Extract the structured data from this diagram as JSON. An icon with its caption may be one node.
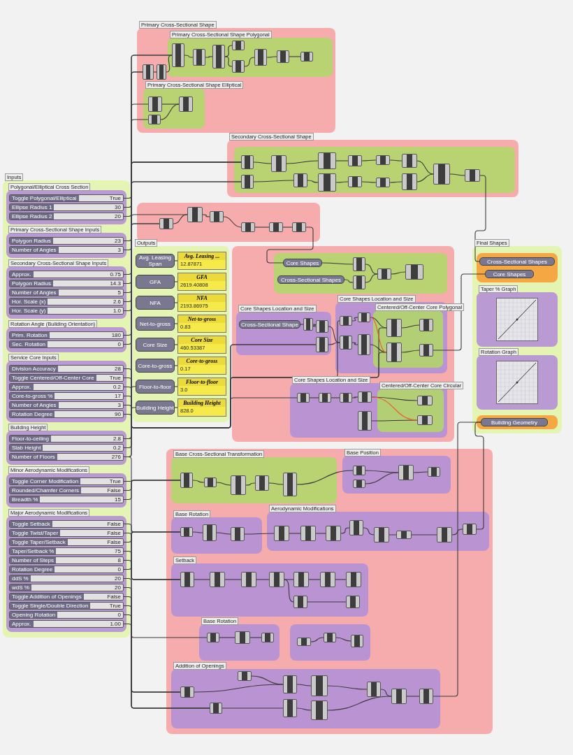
{
  "diagram": {
    "nodes": [
      {
        "text": [
          "Inputs"
        ]
      },
      {
        "text": [
          "Polygonal/Elliptical Cross Section"
        ],
        "in": 0
      },
      {
        "text": [
          "Toggle Polygonal/Elliptical",
          "True"
        ],
        "in": 1
      },
      {
        "text": [
          "Ellipse Radius 1",
          "30"
        ],
        "in": 1
      },
      {
        "text": [
          "Ellipse Radius 2",
          "20"
        ],
        "in": 1
      },
      {
        "text": [
          "Primary Cross-Sectional Shape Inputs"
        ],
        "in": 0
      },
      {
        "text": [
          "Polygon Radius",
          "23"
        ],
        "in": 5
      },
      {
        "text": [
          "Number of Angles",
          "3"
        ],
        "in": 5
      },
      {
        "text": [
          "Secondary Cross-Sectional Shape Inputs"
        ],
        "in": 0
      },
      {
        "text": [
          "Approx.",
          "0.75"
        ],
        "in": 8
      },
      {
        "text": [
          "Polygon Radius",
          "14.3"
        ],
        "in": 8
      },
      {
        "text": [
          "Number of Angles",
          "5"
        ],
        "in": 8
      },
      {
        "text": [
          "Hor. Scale (x)",
          "2.6"
        ],
        "in": 8
      },
      {
        "text": [
          "Hor. Scale (y)",
          "1.0"
        ],
        "in": 8
      },
      {
        "text": [
          "Rotation Angle (Building Orientation)"
        ],
        "in": 0
      },
      {
        "text": [
          "Prim. Rotation",
          "180"
        ],
        "in": 14
      },
      {
        "text": [
          "Sec. Rotation",
          "0"
        ],
        "in": 14
      },
      {
        "text": [
          "Service Core Inputs"
        ],
        "in": 0
      },
      {
        "text": [
          "Division Accuracy",
          "28"
        ],
        "in": 17
      },
      {
        "text": [
          "Toggle Centered/Off-Center Core",
          "True"
        ],
        "in": 17
      },
      {
        "text": [
          "Approx.",
          "0.2"
        ],
        "in": 17
      },
      {
        "text": [
          "Core-to-gross %",
          "17"
        ],
        "in": 17
      },
      {
        "text": [
          "Number of Angles",
          "3"
        ],
        "in": 17
      },
      {
        "text": [
          "Rotation Degree",
          "90"
        ],
        "in": 17
      },
      {
        "text": [
          "Building Height"
        ],
        "in": 0
      },
      {
        "text": [
          "Floor-to-ceiling",
          "2.8"
        ],
        "in": 24
      },
      {
        "text": [
          "Slab Height",
          "0.2"
        ],
        "in": 24
      },
      {
        "text": [
          "Number of Floors",
          "276"
        ],
        "in": 24
      },
      {
        "text": [
          "Minor Aerodynamic Modifications"
        ],
        "in": 0
      },
      {
        "text": [
          "Toggle Corner Modification",
          "True"
        ],
        "in": 28
      },
      {
        "text": [
          "Rounded/Chamfer Corners",
          "False"
        ],
        "in": 28
      },
      {
        "text": [
          "Breadth %",
          "15"
        ],
        "in": 28
      },
      {
        "text": [
          "Major Aerodynamic Modifications"
        ],
        "in": 0
      },
      {
        "text": [
          "Toggle Setback",
          "False"
        ],
        "in": 32
      },
      {
        "text": [
          "Toggle Twist/Taper",
          "False"
        ],
        "in": 32
      },
      {
        "text": [
          "Toggle Taper/Setback",
          "False"
        ],
        "in": 32
      },
      {
        "text": [
          "Taper/Setback %",
          "75"
        ],
        "in": 32
      },
      {
        "text": [
          "Number of Steps",
          "8"
        ],
        "in": 32
      },
      {
        "text": [
          "Rotation Degree",
          "0"
        ],
        "in": 32
      },
      {
        "text": [
          "ddS %",
          "20"
        ],
        "in": 32
      },
      {
        "text": [
          "wdS %",
          "20"
        ],
        "in": 32
      },
      {
        "text": [
          "Toggle Addition of Openings",
          "False"
        ],
        "in": 32
      },
      {
        "text": [
          "Toggle Single/Double Direction",
          "True"
        ],
        "in": 32
      },
      {
        "text": [
          "Opening Rotation",
          "0"
        ],
        "in": 32
      },
      {
        "text": [
          "Approx.",
          "1.00"
        ],
        "in": 32
      },
      {
        "text": [
          "Outputs"
        ]
      },
      {
        "text": [
          "Avg. Leasing Span"
        ],
        "in": 45
      },
      {
        "text": [
          "GFA"
        ],
        "in": 45
      },
      {
        "text": [
          "NFA"
        ],
        "in": 45
      },
      {
        "text": [
          "Net-to-gross"
        ],
        "in": 45
      },
      {
        "text": [
          "Core Size"
        ],
        "in": 45
      },
      {
        "text": [
          "Core-to-gross"
        ],
        "in": 45
      },
      {
        "text": [
          "Floor-to-floor"
        ],
        "in": 45
      },
      {
        "text": [
          "Building Height"
        ],
        "in": 45
      },
      {
        "text": [
          "Avg. Leasing ...",
          "12.87871"
        ],
        "in": 45
      },
      {
        "text": [
          "GFA",
          "2619.40808"
        ],
        "in": 45
      },
      {
        "text": [
          "NFA",
          "2193.86975"
        ],
        "in": 45
      },
      {
        "text": [
          "Net-to-gross",
          "0.83"
        ],
        "in": 45
      },
      {
        "text": [
          "Core Size",
          "460.53387"
        ],
        "in": 45
      },
      {
        "text": [
          "Core-to-gross",
          "0.17"
        ],
        "in": 45
      },
      {
        "text": [
          "Floor-to-floor",
          "3.0"
        ],
        "in": 45
      },
      {
        "text": [
          "Building Height",
          "828.0"
        ],
        "in": 45
      },
      {
        "text": [
          "Final Shapes"
        ]
      },
      {
        "text": [],
        "shape": "box",
        "in": 62
      },
      {
        "text": [
          "Cross-Sectional Shapes"
        ],
        "in": 63
      },
      {
        "text": [
          "Core Shapes"
        ],
        "in": 63
      },
      {
        "text": [
          "Taper % Graph"
        ],
        "in": 62
      },
      {
        "text": [],
        "shape": "picture",
        "in": 66
      },
      {
        "text": [
          "Rotation Graph"
        ],
        "in": 62
      },
      {
        "text": [],
        "shape": "picture",
        "in": 68
      },
      {
        "text": [],
        "shape": "box",
        "in": 62
      },
      {
        "text": [
          "Building Geometry"
        ],
        "in": 70
      },
      {
        "text": [
          "Primary Cross-Sectional Shape"
        ]
      },
      {
        "text": [
          "Primary Cross-Sectional Shape Polygonal"
        ],
        "in": 72
      },
      {
        "text": [
          "Primary Cross-Sectional Shape Elliptical"
        ],
        "in": 72
      },
      {
        "text": [],
        "shape": "box",
        "in": 72
      },
      {
        "text": [],
        "shape": "box",
        "in": 72
      },
      {
        "text": [],
        "shape": "box",
        "in": 73
      },
      {
        "text": [],
        "shape": "box",
        "in": 73
      },
      {
        "text": [],
        "shape": "box",
        "in": 73
      },
      {
        "text": [],
        "shape": "box",
        "in": 73
      },
      {
        "text": [],
        "shape": "box",
        "in": 73
      },
      {
        "text": [],
        "shape": "box",
        "in": 73
      },
      {
        "text": [],
        "shape": "box",
        "in": 73
      },
      {
        "text": [],
        "shape": "box",
        "in": 73
      },
      {
        "text": [],
        "shape": "box",
        "in": 74
      },
      {
        "text": [],
        "shape": "box",
        "in": 74
      },
      {
        "text": [],
        "shape": "box",
        "in": 74
      },
      {
        "text": [
          "Secondary Cross-Sectional Shape"
        ]
      },
      {
        "text": [],
        "shape": "box",
        "in": 88
      },
      {
        "text": [],
        "shape": "box",
        "in": 89
      },
      {
        "text": [],
        "shape": "box",
        "in": 89
      },
      {
        "text": [],
        "shape": "box",
        "in": 89
      },
      {
        "text": [],
        "shape": "box",
        "in": 89
      },
      {
        "text": [],
        "shape": "box",
        "in": 89
      },
      {
        "text": [],
        "shape": "box",
        "in": 89
      },
      {
        "text": [],
        "shape": "box",
        "in": 89
      },
      {
        "text": [],
        "shape": "box",
        "in": 89
      },
      {
        "text": [],
        "shape": "box",
        "in": 89
      },
      {
        "text": [],
        "shape": "box",
        "in": 89
      },
      {
        "text": [],
        "shape": "box",
        "in": 89
      },
      {
        "text": [],
        "shape": "box",
        "in": 89
      },
      {
        "text": [],
        "shape": "box",
        "in": 89
      },
      {
        "text": [],
        "shape": "box",
        "in": 89
      },
      {
        "text": [],
        "shape": "box"
      },
      {
        "text": [],
        "shape": "box",
        "in": 104
      },
      {
        "text": [],
        "shape": "box",
        "in": 104
      },
      {
        "text": [],
        "shape": "box",
        "in": 104
      },
      {
        "text": [],
        "shape": "box",
        "in": 104
      },
      {
        "text": [],
        "shape": "box",
        "in": 104
      },
      {
        "text": [],
        "shape": "box",
        "in": 104
      },
      {
        "text": [],
        "shape": "box"
      },
      {
        "text": [],
        "shape": "box",
        "in": 111
      },
      {
        "text": [
          "Core Shapes"
        ],
        "in": 112
      },
      {
        "text": [
          "Cross-Sectional Shapes"
        ],
        "in": 112
      },
      {
        "text": [],
        "shape": "box",
        "in": 112
      },
      {
        "text": [],
        "shape": "box",
        "in": 112
      },
      {
        "text": [],
        "shape": "box",
        "in": 112
      },
      {
        "text": [],
        "shape": "box",
        "in": 112
      },
      {
        "text": [
          "Core Shapes Location and Size"
        ],
        "in": 111
      },
      {
        "text": [
          "Cross-Sectional Shape"
        ],
        "in": 119
      },
      {
        "text": [],
        "shape": "box",
        "in": 119
      },
      {
        "text": [],
        "shape": "box",
        "in": 119
      },
      {
        "text": [],
        "shape": "box",
        "in": 119
      },
      {
        "text": [
          "Core Shapes Location and Size"
        ],
        "in": 111
      },
      {
        "text": [],
        "shape": "box",
        "in": 124
      },
      {
        "text": [],
        "shape": "box",
        "in": 124
      },
      {
        "text": [],
        "shape": "box",
        "in": 124
      },
      {
        "text": [],
        "shape": "box",
        "in": 124
      },
      {
        "text": [
          "Centered/Off-Center Core Polygonal"
        ],
        "in": 124
      },
      {
        "text": [],
        "shape": "box",
        "in": 129
      },
      {
        "text": [],
        "shape": "box",
        "in": 129
      },
      {
        "text": [],
        "shape": "box",
        "in": 129
      },
      {
        "text": [],
        "shape": "box",
        "in": 129
      },
      {
        "text": [
          "Core Shapes Location and Size"
        ],
        "in": 111
      },
      {
        "text": [],
        "shape": "box",
        "in": 134
      },
      {
        "text": [],
        "shape": "box",
        "in": 134
      },
      {
        "text": [],
        "shape": "box",
        "in": 134
      },
      {
        "text": [],
        "shape": "box",
        "in": 134
      },
      {
        "text": [],
        "shape": "box",
        "in": 134
      },
      {
        "text": [
          "Centered/Off-Center Core Circular"
        ],
        "in": 134
      },
      {
        "text": [],
        "shape": "box",
        "in": 140
      },
      {
        "text": [],
        "shape": "box",
        "in": 140
      },
      {
        "text": [],
        "shape": "box"
      },
      {
        "text": [
          "Base Cross-Sectional Transformation"
        ],
        "in": 143
      },
      {
        "text": [],
        "shape": "box",
        "in": 144
      },
      {
        "text": [],
        "shape": "box",
        "in": 144
      },
      {
        "text": [],
        "shape": "box",
        "in": 144
      },
      {
        "text": [],
        "shape": "box",
        "in": 144
      },
      {
        "text": [],
        "shape": "box",
        "in": 144
      },
      {
        "text": [
          "Base Position"
        ],
        "in": 143
      },
      {
        "text": [],
        "shape": "box",
        "in": 150
      },
      {
        "text": [],
        "shape": "box",
        "in": 150
      },
      {
        "text": [],
        "shape": "box",
        "in": 150
      },
      {
        "text": [],
        "shape": "box",
        "in": 150
      },
      {
        "text": [
          "Base Rotation"
        ],
        "in": 143
      },
      {
        "text": [],
        "shape": "box",
        "in": 155
      },
      {
        "text": [],
        "shape": "box",
        "in": 155
      },
      {
        "text": [],
        "shape": "box",
        "in": 155
      },
      {
        "text": [
          "Aerodynamic Modifications"
        ],
        "in": 143
      },
      {
        "text": [],
        "shape": "box",
        "in": 159
      },
      {
        "text": [],
        "shape": "box",
        "in": 159
      },
      {
        "text": [],
        "shape": "box",
        "in": 159
      },
      {
        "text": [],
        "shape": "box",
        "in": 159
      },
      {
        "text": [],
        "shape": "box",
        "in": 159
      },
      {
        "text": [],
        "shape": "box",
        "in": 159
      },
      {
        "text": [],
        "shape": "box",
        "in": 159
      },
      {
        "text": [],
        "shape": "box",
        "in": 159
      },
      {
        "text": [
          "Setback"
        ],
        "in": 143
      },
      {
        "text": [],
        "shape": "box",
        "in": 168
      },
      {
        "text": [],
        "shape": "box",
        "in": 168
      },
      {
        "text": [],
        "shape": "box",
        "in": 168
      },
      {
        "text": [],
        "shape": "box",
        "in": 168
      },
      {
        "text": [],
        "shape": "box",
        "in": 168
      },
      {
        "text": [],
        "shape": "box",
        "in": 168
      },
      {
        "text": [],
        "shape": "box",
        "in": 168
      },
      {
        "text": [],
        "shape": "box",
        "in": 168
      },
      {
        "text": [],
        "shape": "box",
        "in": 168
      },
      {
        "text": [
          "Base Rotation"
        ],
        "in": 143
      },
      {
        "text": [],
        "shape": "box",
        "in": 178
      },
      {
        "text": [],
        "shape": "box",
        "in": 178
      },
      {
        "text": [],
        "shape": "box",
        "in": 178
      },
      {
        "text": [],
        "shape": "box",
        "in": 143
      },
      {
        "text": [],
        "shape": "box",
        "in": 182
      },
      {
        "text": [],
        "shape": "box",
        "in": 182
      },
      {
        "text": [],
        "shape": "box",
        "in": 182
      },
      {
        "text": [
          "Addition of Openings"
        ],
        "in": 143
      },
      {
        "text": [],
        "shape": "box",
        "in": 186
      },
      {
        "text": [],
        "shape": "box",
        "in": 186
      },
      {
        "text": [],
        "shape": "box",
        "in": 186
      },
      {
        "text": [],
        "shape": "box",
        "in": 186
      },
      {
        "text": [],
        "shape": "box",
        "in": 186
      },
      {
        "text": [],
        "shape": "box",
        "in": 186
      },
      {
        "text": [],
        "shape": "box",
        "in": 186
      },
      {
        "text": [],
        "shape": "box",
        "in": 186
      },
      {
        "text": [],
        "shape": "box",
        "in": 186
      },
      {
        "text": [],
        "shape": "box",
        "in": 186
      }
    ],
    "edges": [
      {
        "from": 2,
        "to": 75,
        "arrow": "none"
      },
      {
        "from": 15,
        "to": 75,
        "arrow": "none"
      },
      {
        "from": 6,
        "to": 77,
        "arrow": "none"
      },
      {
        "from": 7,
        "to": 77,
        "arrow": "none"
      },
      {
        "from": 3,
        "to": 85,
        "arrow": "none"
      },
      {
        "from": 4,
        "to": 87,
        "arrow": "none"
      },
      {
        "from": 9,
        "to": 90,
        "arrow": "none"
      },
      {
        "from": 16,
        "to": 90,
        "arrow": "none"
      },
      {
        "from": 12,
        "to": 90,
        "arrow": "none"
      },
      {
        "from": 13,
        "to": 90,
        "arrow": "none"
      },
      {
        "from": 10,
        "to": 91,
        "arrow": "none"
      },
      {
        "from": 11,
        "to": 91,
        "arrow": "none"
      },
      {
        "from": 25,
        "to": 105,
        "arrow": "none"
      },
      {
        "from": 26,
        "to": 105,
        "arrow": "none"
      },
      {
        "from": 27,
        "to": 106,
        "arrow": "none"
      },
      {
        "from": 25,
        "to": 52,
        "arrow": "none"
      },
      {
        "from": 27,
        "to": 53,
        "arrow": "none"
      },
      {
        "from": 18,
        "to": 125,
        "arrow": "none"
      },
      {
        "from": 19,
        "to": 135,
        "arrow": "none"
      },
      {
        "from": 20,
        "to": 123,
        "arrow": "none"
      },
      {
        "from": 21,
        "to": 123,
        "arrow": "none"
      },
      {
        "from": 22,
        "to": 130,
        "arrow": "none"
      },
      {
        "from": 23,
        "to": 131,
        "arrow": "none"
      },
      {
        "from": 29,
        "to": 145,
        "arrow": "none"
      },
      {
        "from": 30,
        "to": 145,
        "arrow": "none"
      },
      {
        "from": 31,
        "to": 145,
        "arrow": "none"
      },
      {
        "from": 27,
        "to": 156,
        "arrow": "none"
      },
      {
        "from": 35,
        "to": 156,
        "arrow": "none"
      },
      {
        "from": 38,
        "to": 156,
        "arrow": "none"
      },
      {
        "from": 33,
        "to": 169,
        "arrow": "none"
      },
      {
        "from": 34,
        "to": 169,
        "arrow": "none"
      },
      {
        "from": 36,
        "to": 169,
        "arrow": "none"
      },
      {
        "from": 37,
        "to": 179,
        "arrow": "none"
      },
      {
        "from": 39,
        "to": 187,
        "arrow": "none"
      },
      {
        "from": 41,
        "to": 187,
        "arrow": "none"
      },
      {
        "from": 43,
        "to": 187,
        "arrow": "none"
      },
      {
        "from": 40,
        "to": 188,
        "arrow": "none"
      },
      {
        "from": 42,
        "to": 188,
        "arrow": "none"
      },
      {
        "from": 44,
        "to": 188,
        "arrow": "none"
      },
      {
        "from": 75,
        "to": 76,
        "arrow": "none"
      },
      {
        "from": 76,
        "to": 77,
        "arrow": "none"
      },
      {
        "from": 77,
        "to": 78,
        "arrow": "none"
      },
      {
        "from": 78,
        "to": 79,
        "arrow": "none"
      },
      {
        "from": 79,
        "to": 80,
        "arrow": "none"
      },
      {
        "from": 79,
        "to": 81,
        "arrow": "none"
      },
      {
        "from": 81,
        "to": 82,
        "arrow": "none"
      },
      {
        "from": 82,
        "to": 83,
        "arrow": "none"
      },
      {
        "from": 83,
        "to": 84,
        "arrow": "none"
      },
      {
        "from": 85,
        "to": 86,
        "arrow": "none"
      },
      {
        "from": 87,
        "to": 86,
        "arrow": "none"
      },
      {
        "from": 90,
        "to": 92,
        "arrow": "none"
      },
      {
        "from": 92,
        "to": 94,
        "arrow": "none"
      },
      {
        "from": 91,
        "to": 93,
        "arrow": "none"
      },
      {
        "from": 93,
        "to": 95,
        "arrow": "none"
      },
      {
        "from": 94,
        "to": 96,
        "arrow": "none"
      },
      {
        "from": 95,
        "to": 97,
        "arrow": "none"
      },
      {
        "from": 96,
        "to": 98,
        "arrow": "none"
      },
      {
        "from": 97,
        "to": 99,
        "arrow": "none"
      },
      {
        "from": 98,
        "to": 100,
        "arrow": "none"
      },
      {
        "from": 99,
        "to": 101,
        "arrow": "none"
      },
      {
        "from": 100,
        "to": 102,
        "arrow": "none"
      },
      {
        "from": 101,
        "to": 102,
        "arrow": "none"
      },
      {
        "from": 102,
        "to": 103,
        "arrow": "none"
      },
      {
        "from": 105,
        "to": 106,
        "arrow": "none"
      },
      {
        "from": 106,
        "to": 107,
        "arrow": "none"
      },
      {
        "from": 107,
        "to": 108,
        "arrow": "none"
      },
      {
        "from": 108,
        "to": 109,
        "arrow": "none"
      },
      {
        "from": 109,
        "to": 110,
        "arrow": "none"
      },
      {
        "from": 113,
        "to": 115,
        "arrow": "none"
      },
      {
        "from": 114,
        "to": 116,
        "arrow": "none"
      },
      {
        "from": 115,
        "to": 117,
        "arrow": "none"
      },
      {
        "from": 116,
        "to": 117,
        "arrow": "none"
      },
      {
        "from": 117,
        "to": 118,
        "arrow": "none"
      },
      {
        "from": 120,
        "to": 121,
        "arrow": "none"
      },
      {
        "from": 121,
        "to": 122,
        "arrow": "none"
      },
      {
        "from": 122,
        "to": 126,
        "arrow": "none"
      },
      {
        "from": 123,
        "to": 126,
        "arrow": "none"
      },
      {
        "from": 126,
        "to": 128,
        "arrow": "none"
      },
      {
        "from": 128,
        "to": 131,
        "arrow": "none"
      },
      {
        "from": 125,
        "to": 127,
        "arrow": "none"
      },
      {
        "from": 127,
        "to": 130,
        "arrow": "none"
      },
      {
        "from": 130,
        "to": 132,
        "arrow": "none"
      },
      {
        "from": 131,
        "to": 133,
        "arrow": "none"
      },
      {
        "from": 135,
        "to": 136,
        "arrow": "none"
      },
      {
        "from": 136,
        "to": 137,
        "arrow": "none"
      },
      {
        "from": 137,
        "to": 138,
        "arrow": "none"
      },
      {
        "from": 138,
        "to": 141,
        "arrow": "none"
      },
      {
        "from": 139,
        "to": 142,
        "arrow": "none"
      },
      {
        "from": 145,
        "to": 146,
        "arrow": "none"
      },
      {
        "from": 146,
        "to": 147,
        "arrow": "none"
      },
      {
        "from": 147,
        "to": 148,
        "arrow": "none"
      },
      {
        "from": 148,
        "to": 149,
        "arrow": "none"
      },
      {
        "from": 149,
        "to": 151,
        "arrow": "none"
      },
      {
        "from": 151,
        "to": 153,
        "arrow": "none"
      },
      {
        "from": 152,
        "to": 153,
        "arrow": "none"
      },
      {
        "from": 153,
        "to": 154,
        "arrow": "none"
      },
      {
        "from": 156,
        "to": 157,
        "arrow": "none"
      },
      {
        "from": 157,
        "to": 158,
        "arrow": "none"
      },
      {
        "from": 158,
        "to": 160,
        "arrow": "none"
      },
      {
        "from": 160,
        "to": 161,
        "arrow": "none"
      },
      {
        "from": 161,
        "to": 162,
        "arrow": "none"
      },
      {
        "from": 162,
        "to": 163,
        "arrow": "none"
      },
      {
        "from": 163,
        "to": 164,
        "arrow": "none"
      },
      {
        "from": 164,
        "to": 165,
        "arrow": "none"
      },
      {
        "from": 165,
        "to": 166,
        "arrow": "none"
      },
      {
        "from": 166,
        "to": 167,
        "arrow": "none"
      },
      {
        "from": 169,
        "to": 170,
        "arrow": "none"
      },
      {
        "from": 170,
        "to": 171,
        "arrow": "none"
      },
      {
        "from": 171,
        "to": 172,
        "arrow": "none"
      },
      {
        "from": 172,
        "to": 173,
        "arrow": "none"
      },
      {
        "from": 173,
        "to": 174,
        "arrow": "none"
      },
      {
        "from": 174,
        "to": 175,
        "arrow": "none"
      },
      {
        "from": 172,
        "to": 176,
        "arrow": "none"
      },
      {
        "from": 176,
        "to": 177,
        "arrow": "none"
      },
      {
        "from": 179,
        "to": 180,
        "arrow": "none"
      },
      {
        "from": 180,
        "to": 181,
        "arrow": "none"
      },
      {
        "from": 183,
        "to": 184,
        "arrow": "none"
      },
      {
        "from": 184,
        "to": 185,
        "arrow": "none"
      },
      {
        "from": 187,
        "to": 190,
        "arrow": "none"
      },
      {
        "from": 189,
        "to": 190,
        "arrow": "none"
      },
      {
        "from": 188,
        "to": 191,
        "arrow": "none"
      },
      {
        "from": 190,
        "to": 192,
        "arrow": "none"
      },
      {
        "from": 191,
        "to": 193,
        "arrow": "none"
      },
      {
        "from": 192,
        "to": 194,
        "arrow": "none"
      },
      {
        "from": 193,
        "to": 195,
        "arrow": "none"
      },
      {
        "from": 194,
        "to": 195,
        "arrow": "none"
      },
      {
        "from": 195,
        "to": 196,
        "arrow": "none"
      },
      {
        "from": 46,
        "to": 54,
        "arrow": "none"
      },
      {
        "from": 47,
        "to": 55,
        "arrow": "none"
      },
      {
        "from": 48,
        "to": 56,
        "arrow": "none"
      },
      {
        "from": 49,
        "to": 57,
        "arrow": "none"
      },
      {
        "from": 50,
        "to": 58,
        "arrow": "none"
      },
      {
        "from": 51,
        "to": 59,
        "arrow": "none"
      },
      {
        "from": 52,
        "to": 60,
        "arrow": "none"
      },
      {
        "from": 53,
        "to": 61,
        "arrow": "none"
      },
      {
        "from": 103,
        "to": 64,
        "arrow": "none"
      },
      {
        "from": 133,
        "to": 65,
        "arrow": "none"
      },
      {
        "from": 196,
        "to": 71,
        "arrow": "none"
      },
      {
        "from": 167,
        "to": 71,
        "arrow": "none"
      },
      {
        "from": 110,
        "to": 113,
        "arrow": "none"
      },
      {
        "from": 127,
        "to": 131,
        "arrow": "none",
        "color": "#ee5a2a"
      },
      {
        "from": 138,
        "to": 142,
        "arrow": "none",
        "color": "#ee5a2a"
      }
    ]
  }
}
